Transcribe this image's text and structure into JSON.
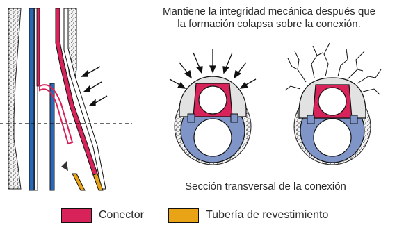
{
  "captions": {
    "top_line1": "Mantiene la integridad mecánica después que",
    "top_line2": "la formación colapsa sobre la conexión.",
    "bottom": "Sección transversal de la conexión"
  },
  "legend": [
    {
      "label": "Conector",
      "color": "#d8235a"
    },
    {
      "label": "Tubería de revestimiento",
      "color": "#e8a317"
    }
  ],
  "colors": {
    "conector": "#d8235a",
    "tuberia": "#e8a317",
    "blue_pipe": "#2a68b4",
    "blue_ring": "#7f95c8",
    "formation": "#e2e2e2",
    "hatch": "#222222"
  },
  "icons": [
    "compression-arrow-icon",
    "crack-line-icon"
  ]
}
